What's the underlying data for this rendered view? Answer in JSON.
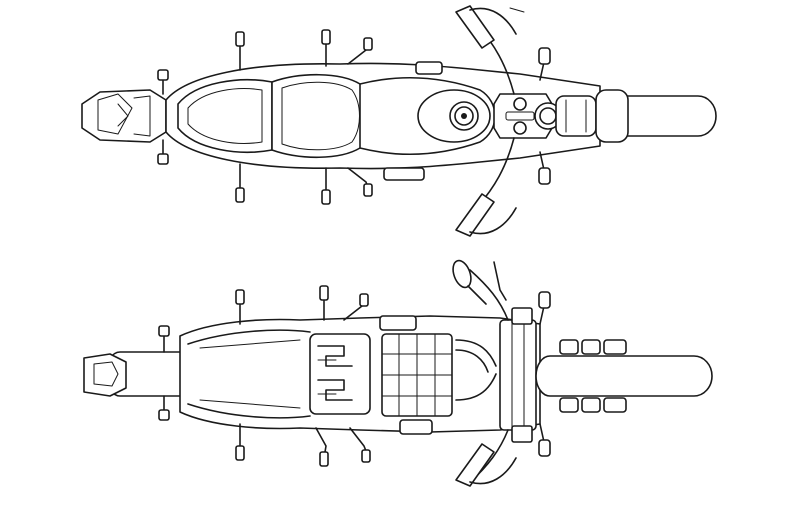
{
  "figure": {
    "kind": "patent-style line drawing",
    "subject": "motorcycle",
    "views": [
      {
        "id": "top-view"
      },
      {
        "id": "bottom-view"
      }
    ],
    "colors": {
      "line": "#1a1a1a",
      "background": "#ffffff"
    }
  }
}
